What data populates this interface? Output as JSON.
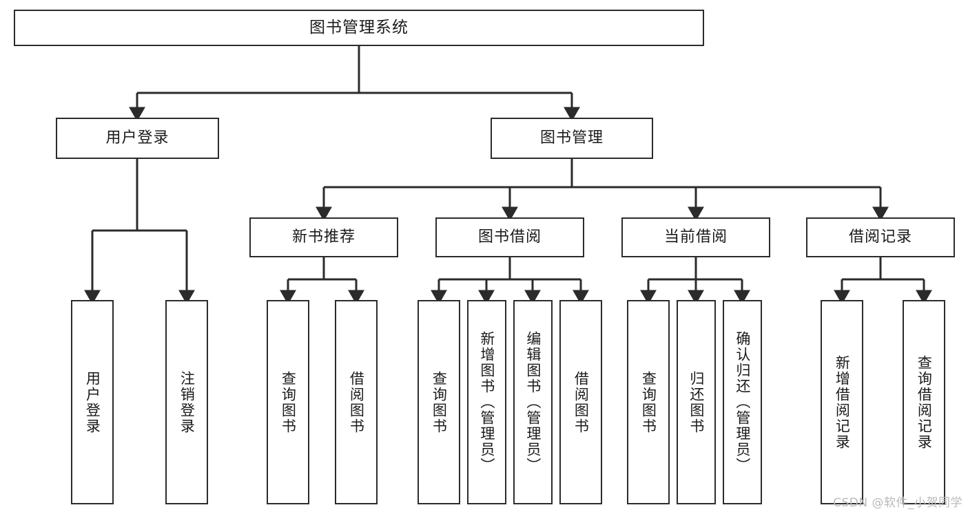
{
  "diagram": {
    "title": "图书管理系统",
    "type": "tree-hierarchy-chart",
    "watermark": "CSDN @软件_小贺同学",
    "colors": {
      "box_border": "#2b2b2b",
      "box_fill": "#ffffff",
      "edge": "#2b2b2b",
      "text": "#1a1a1a",
      "watermark": "#b9b9b9"
    },
    "root": {
      "label": "图书管理系统"
    },
    "level2": [
      {
        "label": "用户登录"
      },
      {
        "label": "图书管理"
      }
    ],
    "level3": [
      {
        "label": "新书推荐"
      },
      {
        "label": "图书借阅"
      },
      {
        "label": "当前借阅"
      },
      {
        "label": "借阅记录"
      }
    ],
    "leaves": {
      "user_login": [
        {
          "label": "用户登录"
        },
        {
          "label": "注销登录"
        }
      ],
      "new_book_recommend": [
        {
          "label": "查询图书"
        },
        {
          "label": "借阅图书"
        }
      ],
      "book_borrow": [
        {
          "label": "查询图书"
        },
        {
          "label": "新增图书（管理员）"
        },
        {
          "label": "编辑图书（管理员）"
        },
        {
          "label": "借阅图书"
        }
      ],
      "current_borrow": [
        {
          "label": "查询图书"
        },
        {
          "label": "归还图书"
        },
        {
          "label": "确认归还（管理员）"
        }
      ],
      "borrow_record": [
        {
          "label": "新增借阅记录"
        },
        {
          "label": "查询借阅记录"
        }
      ]
    }
  }
}
